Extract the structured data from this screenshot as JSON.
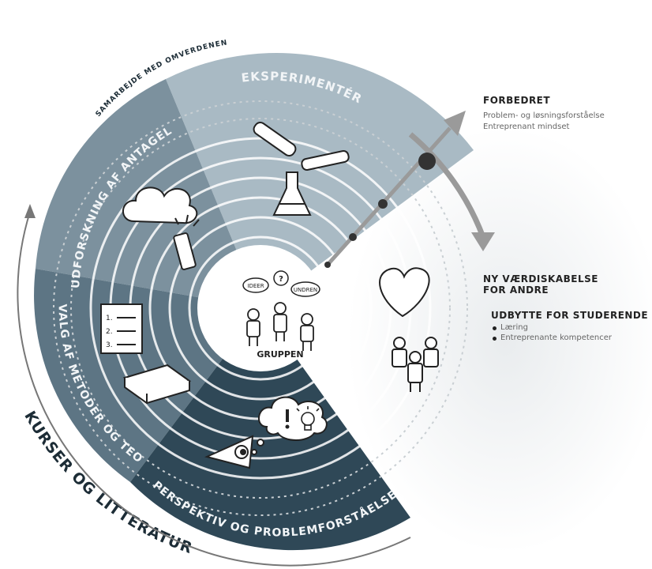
{
  "diagram": {
    "outer_curved_label": "SAMARBEJDE MED OMVERDENEN",
    "sectors": {
      "experiment": "EKSPERIMENTÉR",
      "assumptions": "UDFORSKNING AF ANTAGELSER",
      "methods": "VALG AF METODER OG TEORIER",
      "perspective": "PERSPEKTIV OG PROBLEMFORSTÅELSE"
    },
    "center": {
      "label": "GRUPPEN",
      "bubbles": [
        "IDEER",
        "?",
        "UNDREN"
      ]
    },
    "bottom_arc_label": "KURSER OG LITTERATUR",
    "checklist_marks": [
      "1.",
      "2.",
      "3."
    ]
  },
  "panels": {
    "forbedret": {
      "title": "FORBEDRET",
      "lines": [
        "Problem- og løsningsforståelse",
        "Entreprenant mindset"
      ]
    },
    "vaerdiskabelse": {
      "title_lines": [
        "NY VÆRDISKABELSE",
        "FOR ANDRE"
      ]
    },
    "udbytte": {
      "title": "UDBYTTE FOR STUDERENDE",
      "items": [
        "Læring",
        "Entreprenante kompetencer"
      ]
    }
  },
  "colors": {
    "sector_experiment": "#a9bac4",
    "sector_assumptions": "#7c919e",
    "sector_methods": "#5d7584",
    "sector_perspective": "#2f4857",
    "arrow_gray": "#9a9a9a",
    "node_dark": "#333333"
  }
}
